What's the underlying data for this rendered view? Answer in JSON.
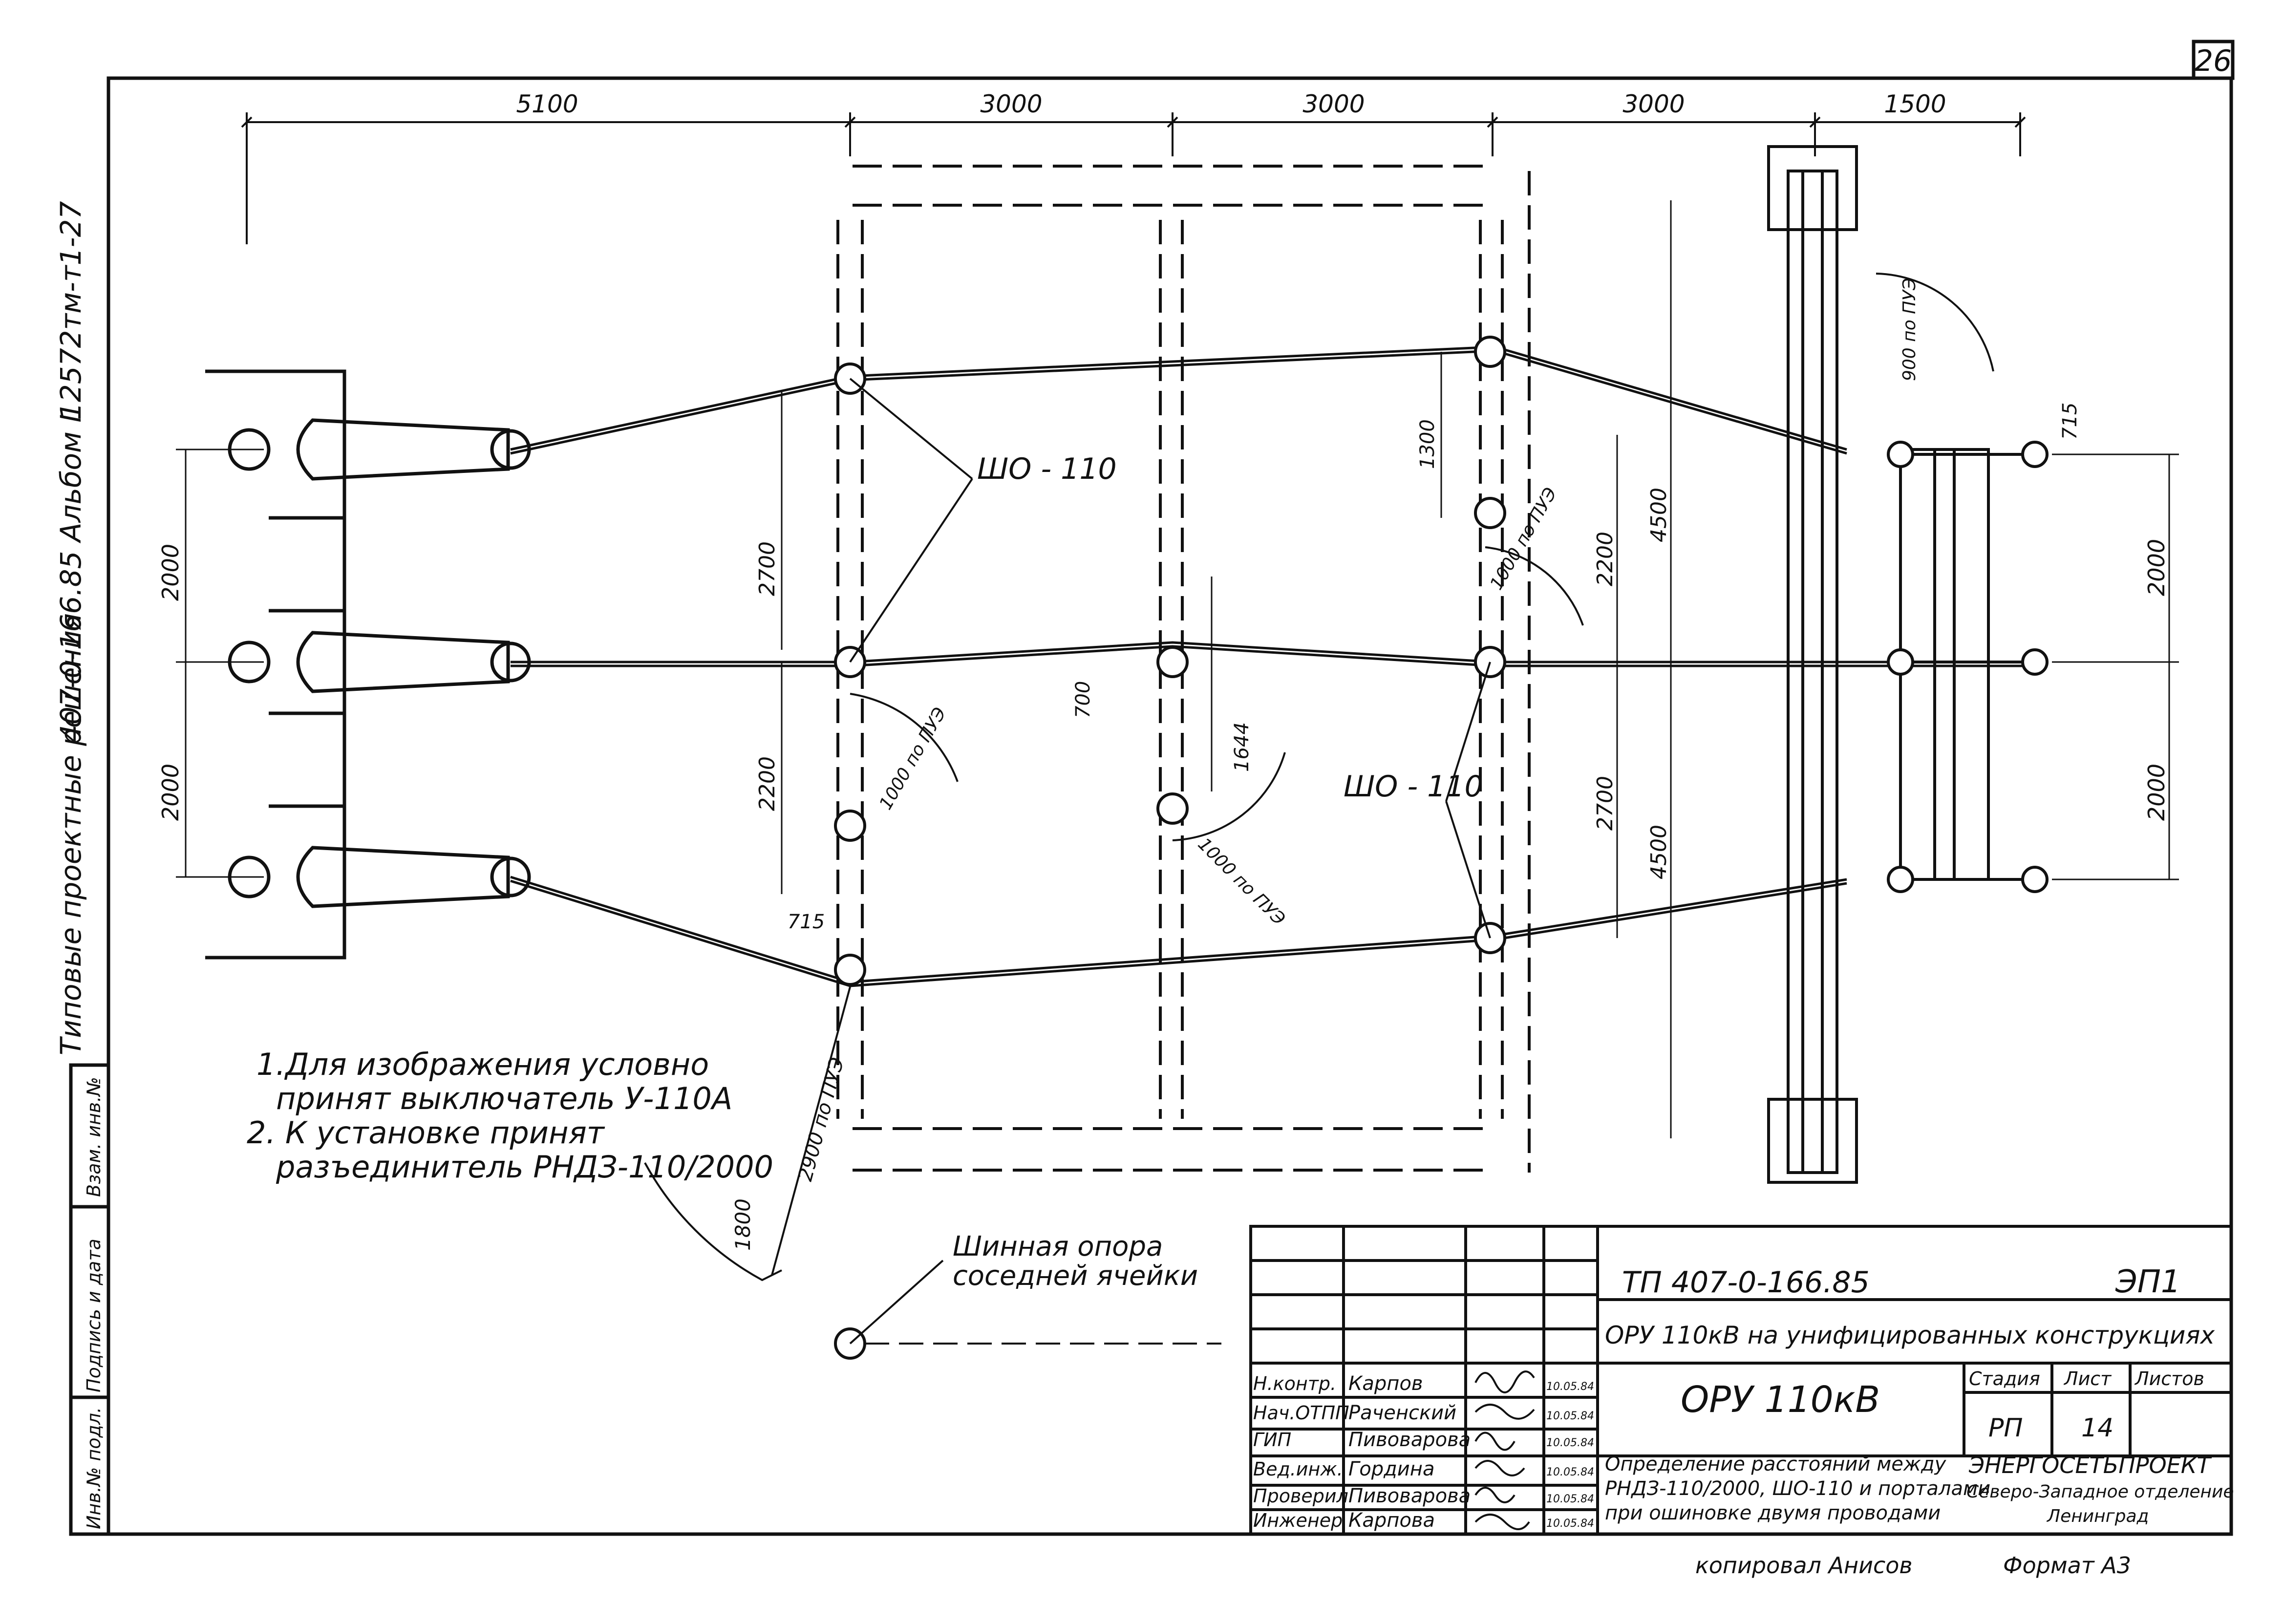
{
  "sheet": {
    "number": "26",
    "left_margin": {
      "album_code": "12572тм-т1-27",
      "album": "407-0-166.85 Альбом I",
      "series": "Типовые проектные решения"
    },
    "side_stamp": [
      "Инв.№ подл.",
      "Подпись и дата",
      "Взам. инв.№"
    ]
  },
  "dimensions": {
    "top": [
      "5100",
      "3000",
      "3000",
      "3000",
      "1500"
    ],
    "left": [
      "2000",
      "2000"
    ],
    "right": [
      "2000",
      "2000"
    ],
    "middle": [
      "2700",
      "2200",
      "700",
      "1644",
      "1300",
      "2200",
      "4500",
      "2700",
      "4500",
      "715",
      "715",
      "900 по ПУЭ",
      "1000 по ПУЭ",
      "1000 по ПУЭ",
      "1000 по ПУЭ",
      "2900 по ПУЭ",
      "1800"
    ]
  },
  "labels": {
    "sho_top": "ШО - 110",
    "sho_right": "ШО - 110",
    "bus_support": [
      "Шинная опора",
      "соседней ячейки"
    ]
  },
  "notes": [
    "1.Для изображения условно",
    "принят выключатель У-110А",
    "2. К установке принят",
    "разъединитель РНДЗ-110/2000"
  ],
  "title_block": {
    "code": "ТП 407-0-166.85",
    "sheet_mark": "ЭП1",
    "subject": "ОРУ 110кВ на унифицированных конструкциях",
    "drawing_name": "ОРУ 110кВ",
    "description": [
      "Определение расстояний между",
      "РНДЗ-110/2000, ШО-110 и порталами",
      "при ошиновке двумя проводами"
    ],
    "headers": {
      "stage": "Стадия",
      "sheet": "Лист",
      "sheets": "Листов"
    },
    "values": {
      "stage": "РП",
      "sheet": "14",
      "sheets": ""
    },
    "org": [
      "ЭНЕРГОСЕТЬПРОЕКТ",
      "Северо-Западное отделение",
      "Ленинград"
    ],
    "people": [
      {
        "role": "Н.контр.",
        "name": "Карпов",
        "date": "10.05.84"
      },
      {
        "role": "Нач.ОТПП",
        "name": "Раченский",
        "date": "10.05.84"
      },
      {
        "role": "ГИП",
        "name": "Пивоварова",
        "date": "10.05.84"
      },
      {
        "role": "Вед.инж.",
        "name": "Гордина",
        "date": "10.05.84"
      },
      {
        "role": "Проверил",
        "name": "Пивоварова",
        "date": "10.05.84"
      },
      {
        "role": "Инженер",
        "name": "Карпова",
        "date": "10.05.84"
      }
    ]
  },
  "footer": {
    "copied": "копировал Анисов",
    "format": "Формат А3"
  }
}
